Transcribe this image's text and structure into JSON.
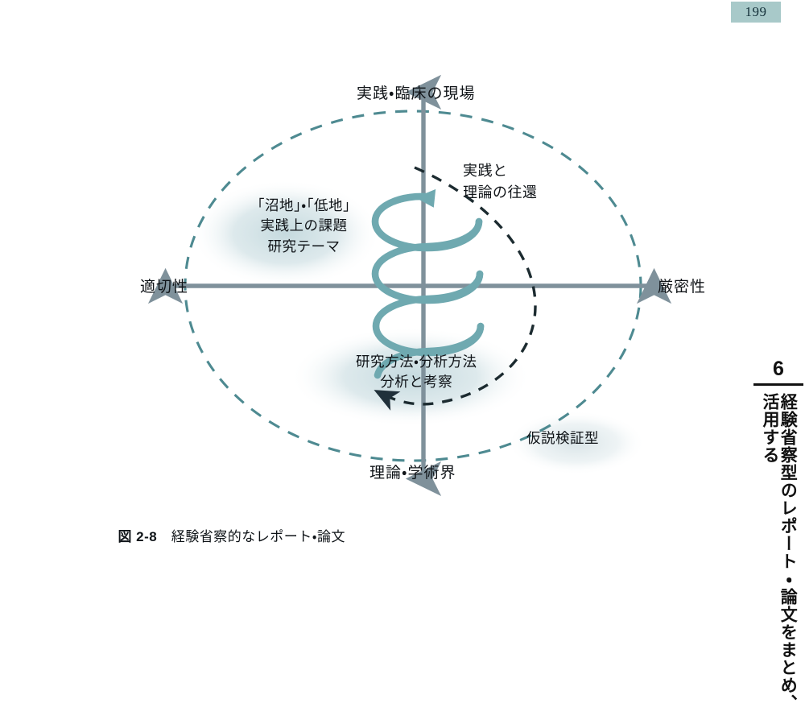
{
  "page": {
    "number": "199"
  },
  "figure": {
    "caption_number": "図 2-8",
    "caption_text": "経験省察的なレポート・論文",
    "axes": {
      "top_label": "実践・臨床の現場",
      "bottom_label": "理論・学術界",
      "left_label": "適切性",
      "right_label": "厳密性"
    },
    "labels": {
      "upper_left_blob": "「沼地」・「低地」\n実践上の課題\n研究テーマ",
      "cycle_annotation": "実践と\n理論の往還",
      "lower_blob": "研究方法・分析方法\n分析と考察",
      "hypothesis_blob": "仮説検証型"
    },
    "colors": {
      "spiral": "#6fa9b0",
      "axis": "#7f919b",
      "outer_dashed_ellipse": "#4e8a91",
      "inner_dashed_loop": "#1c2b30",
      "blob_fill": "#c9dce0",
      "page_chip_bg": "#a8c9c9"
    }
  },
  "chapter_tab": {
    "number": "6",
    "title": "経験省察型のレポート・論文をまとめ、活用する"
  }
}
